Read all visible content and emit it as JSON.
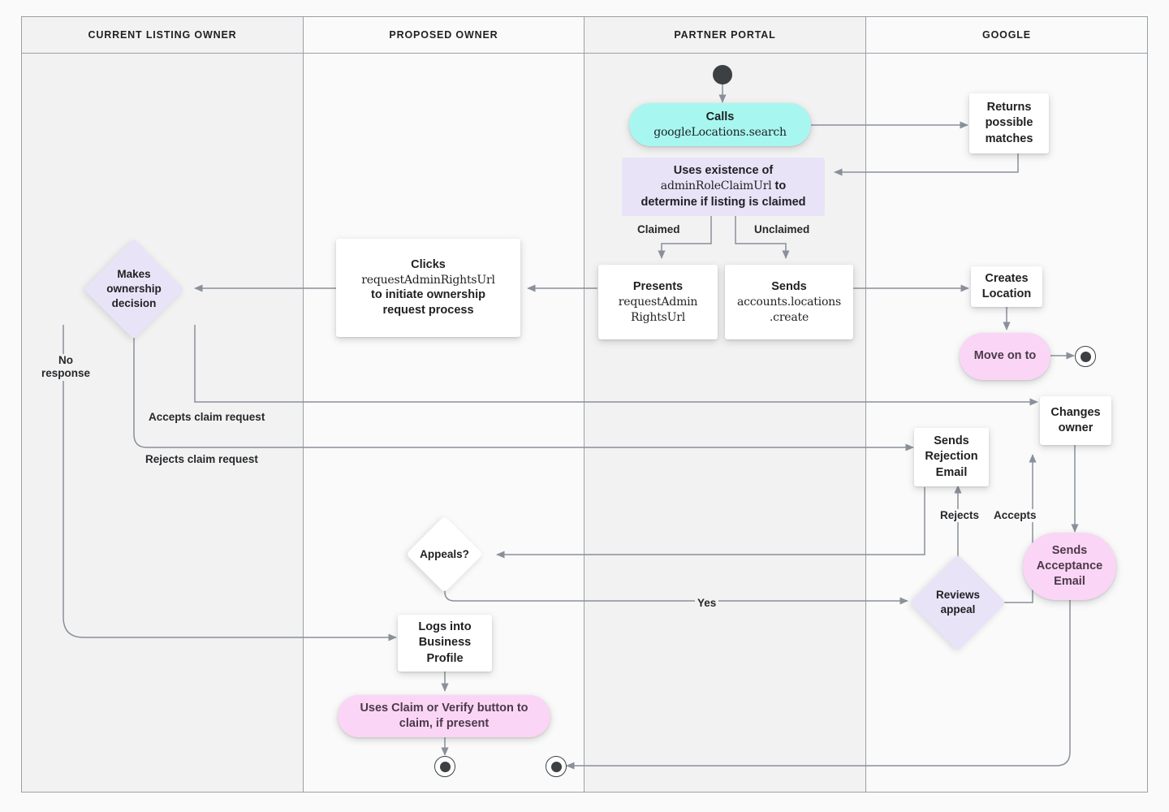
{
  "diagram": {
    "title": "Google Business Profile listing ownership transfer flow",
    "colors": {
      "page_background": "#FAFAFA",
      "lane_shade_a": "#F2F2F2",
      "lane_shade_b": "#FAFAFA",
      "lane_border": "#9AA0A6",
      "edge_stroke": "#8A9099",
      "node_white": "#FFFFFF",
      "accent_cyan": "#A7F7F0",
      "accent_pink": "#FBD5F5",
      "accent_lavender": "#E8E3F7",
      "text": "#1F2023",
      "terminator": "#3C4043"
    }
  },
  "lanes": [
    {
      "id": "current-listing-owner",
      "label": "CURRENT LISTING OWNER"
    },
    {
      "id": "proposed-owner",
      "label": "PROPOSED OWNER"
    },
    {
      "id": "partner-portal",
      "label": "PARTNER PORTAL"
    },
    {
      "id": "google",
      "label": "GOOGLE"
    }
  ],
  "nodes": {
    "start_partner": {
      "type": "start",
      "lane": "partner-portal"
    },
    "calls_search": {
      "type": "pill",
      "lane": "partner-portal",
      "line1": "Calls",
      "line2": "googleLocations.search"
    },
    "returns_matches": {
      "type": "rect",
      "lane": "google",
      "line1": "Returns",
      "line2": "possible",
      "line3": "matches"
    },
    "uses_existence": {
      "type": "rect-lavender",
      "lane": "partner-portal",
      "line1": "Uses existence of",
      "line2": "adminRoleClaimUrl",
      "line2_tail": " to",
      "line3": "determine if listing is claimed"
    },
    "presents_url": {
      "type": "rect",
      "lane": "partner-portal",
      "line1": "Presents",
      "line2": "requestAdmin",
      "line3": "RightsUrl"
    },
    "sends_create": {
      "type": "rect",
      "lane": "partner-portal",
      "line1": "Sends",
      "line2": "accounts.locations",
      "line3": ".create"
    },
    "creates_location": {
      "type": "rect",
      "lane": "google",
      "line1": "Creates",
      "line2": "Location"
    },
    "move_on_to": {
      "type": "pill-pink",
      "lane": "google",
      "line1": "Move on to"
    },
    "end_google": {
      "type": "end",
      "lane": "google"
    },
    "clicks_request": {
      "type": "rect",
      "lane": "proposed-owner",
      "line1": "Clicks",
      "line2": "requestAdminRightsUrl",
      "line3": "to initiate ownership",
      "line4": "request process"
    },
    "makes_decision": {
      "type": "diamond-lavender",
      "lane": "current-listing-owner",
      "line1": "Makes",
      "line2": "ownership",
      "line3": "decision"
    },
    "changes_owner": {
      "type": "rect",
      "lane": "google",
      "line1": "Changes",
      "line2": "owner"
    },
    "sends_rejection": {
      "type": "rect",
      "lane": "google",
      "line1": "Sends",
      "line2": "Rejection",
      "line3": "Email"
    },
    "sends_acceptance": {
      "type": "pill-pink",
      "lane": "google",
      "line1": "Sends",
      "line2": "Acceptance",
      "line3": "Email"
    },
    "appeals": {
      "type": "diamond-white",
      "lane": "proposed-owner",
      "line1": "Appeals?"
    },
    "reviews_appeal": {
      "type": "diamond-lavender",
      "lane": "google",
      "line1": "Reviews",
      "line2": "appeal"
    },
    "logs_into": {
      "type": "rect",
      "lane": "proposed-owner",
      "line1": "Logs into",
      "line2": "Business",
      "line3": "Profile"
    },
    "uses_claim_verify": {
      "type": "pill-pink",
      "lane": "proposed-owner",
      "line1": "Uses Claim or Verify button to",
      "line2": "claim, if present"
    },
    "end_proposed": {
      "type": "end",
      "lane": "proposed-owner"
    },
    "end_partner": {
      "type": "end",
      "lane": "partner-portal"
    }
  },
  "edge_labels": {
    "claimed": "Claimed",
    "unclaimed": "Unclaimed",
    "no_response_l1": "No",
    "no_response_l2": "response",
    "accepts_claim": "Accepts claim request",
    "rejects_claim": "Rejects claim request",
    "rejects": "Rejects",
    "accepts": "Accepts",
    "yes": "Yes"
  }
}
